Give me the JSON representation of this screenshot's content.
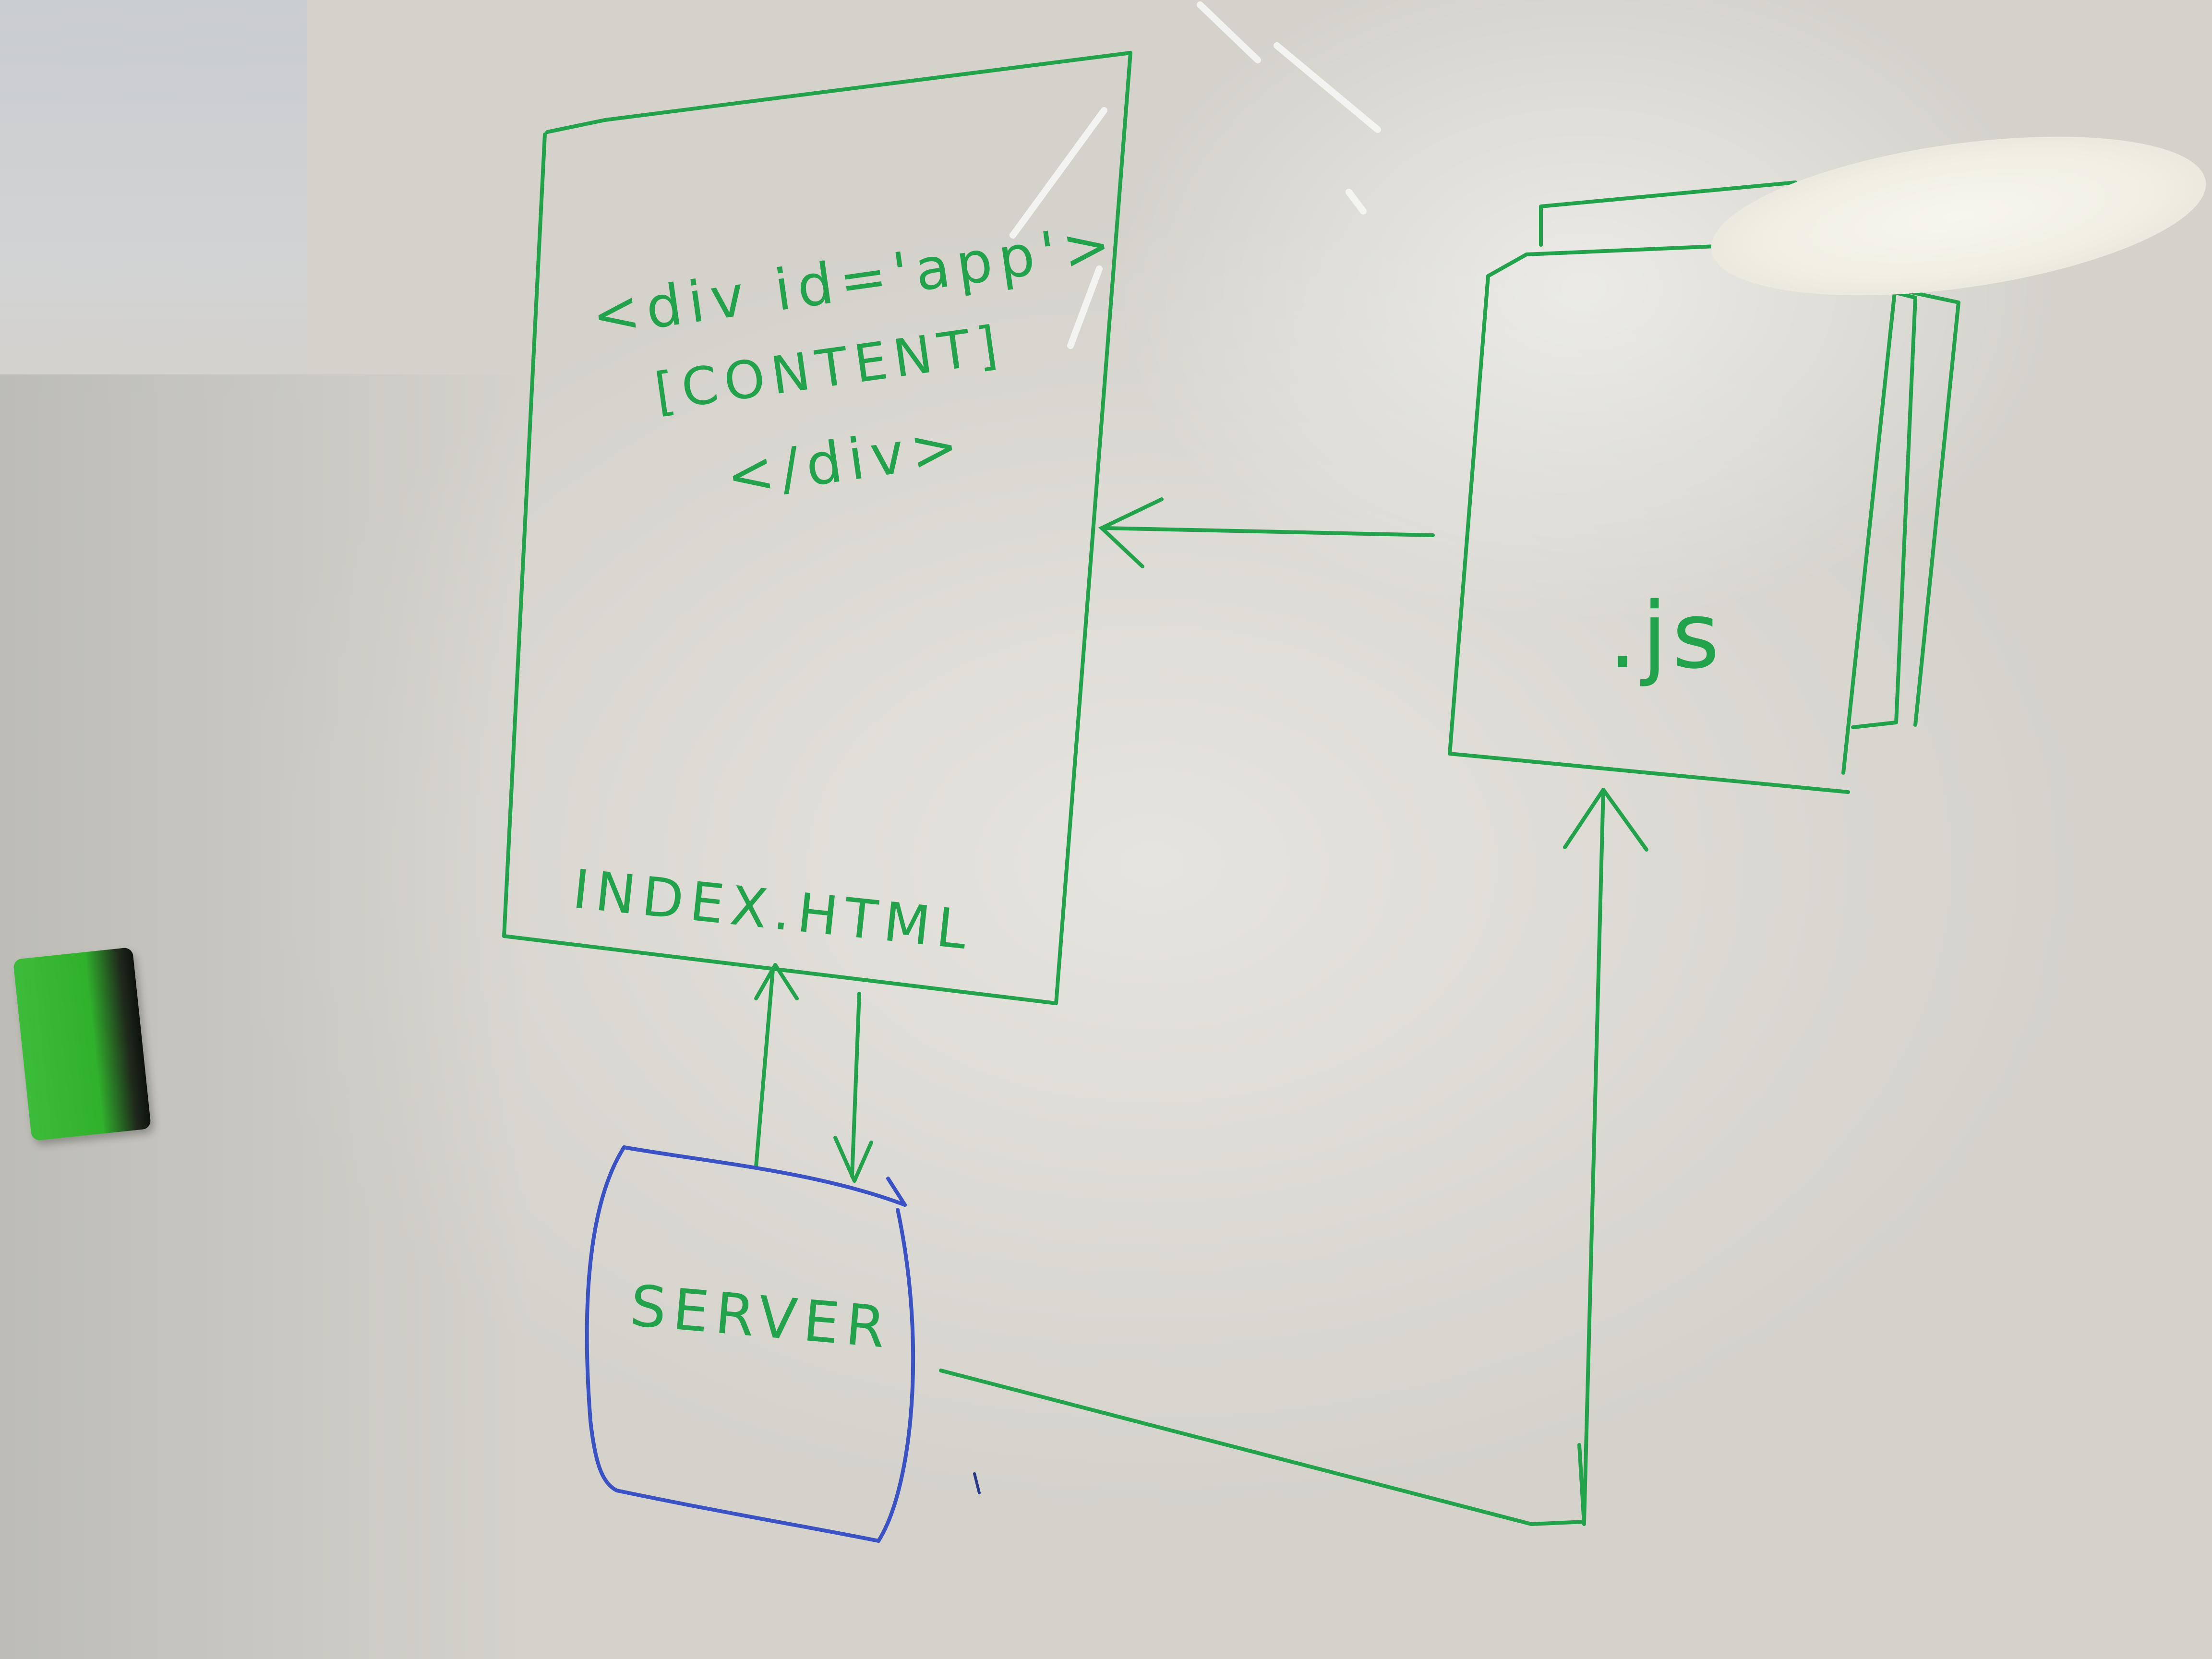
{
  "whiteboard": {
    "html_box": {
      "line1": "<div id='app'>",
      "line2": "[CONTENT]",
      "line3": "</div>",
      "caption": "INDEX.HTML"
    },
    "js_box": {
      "label": ".js"
    },
    "server_box": {
      "label": "SERVER"
    }
  },
  "colors": {
    "marker_green": "#22a24a",
    "marker_blue": "#3a52c4",
    "board": "#dcdad3",
    "eraser_green": "#30b12c"
  }
}
